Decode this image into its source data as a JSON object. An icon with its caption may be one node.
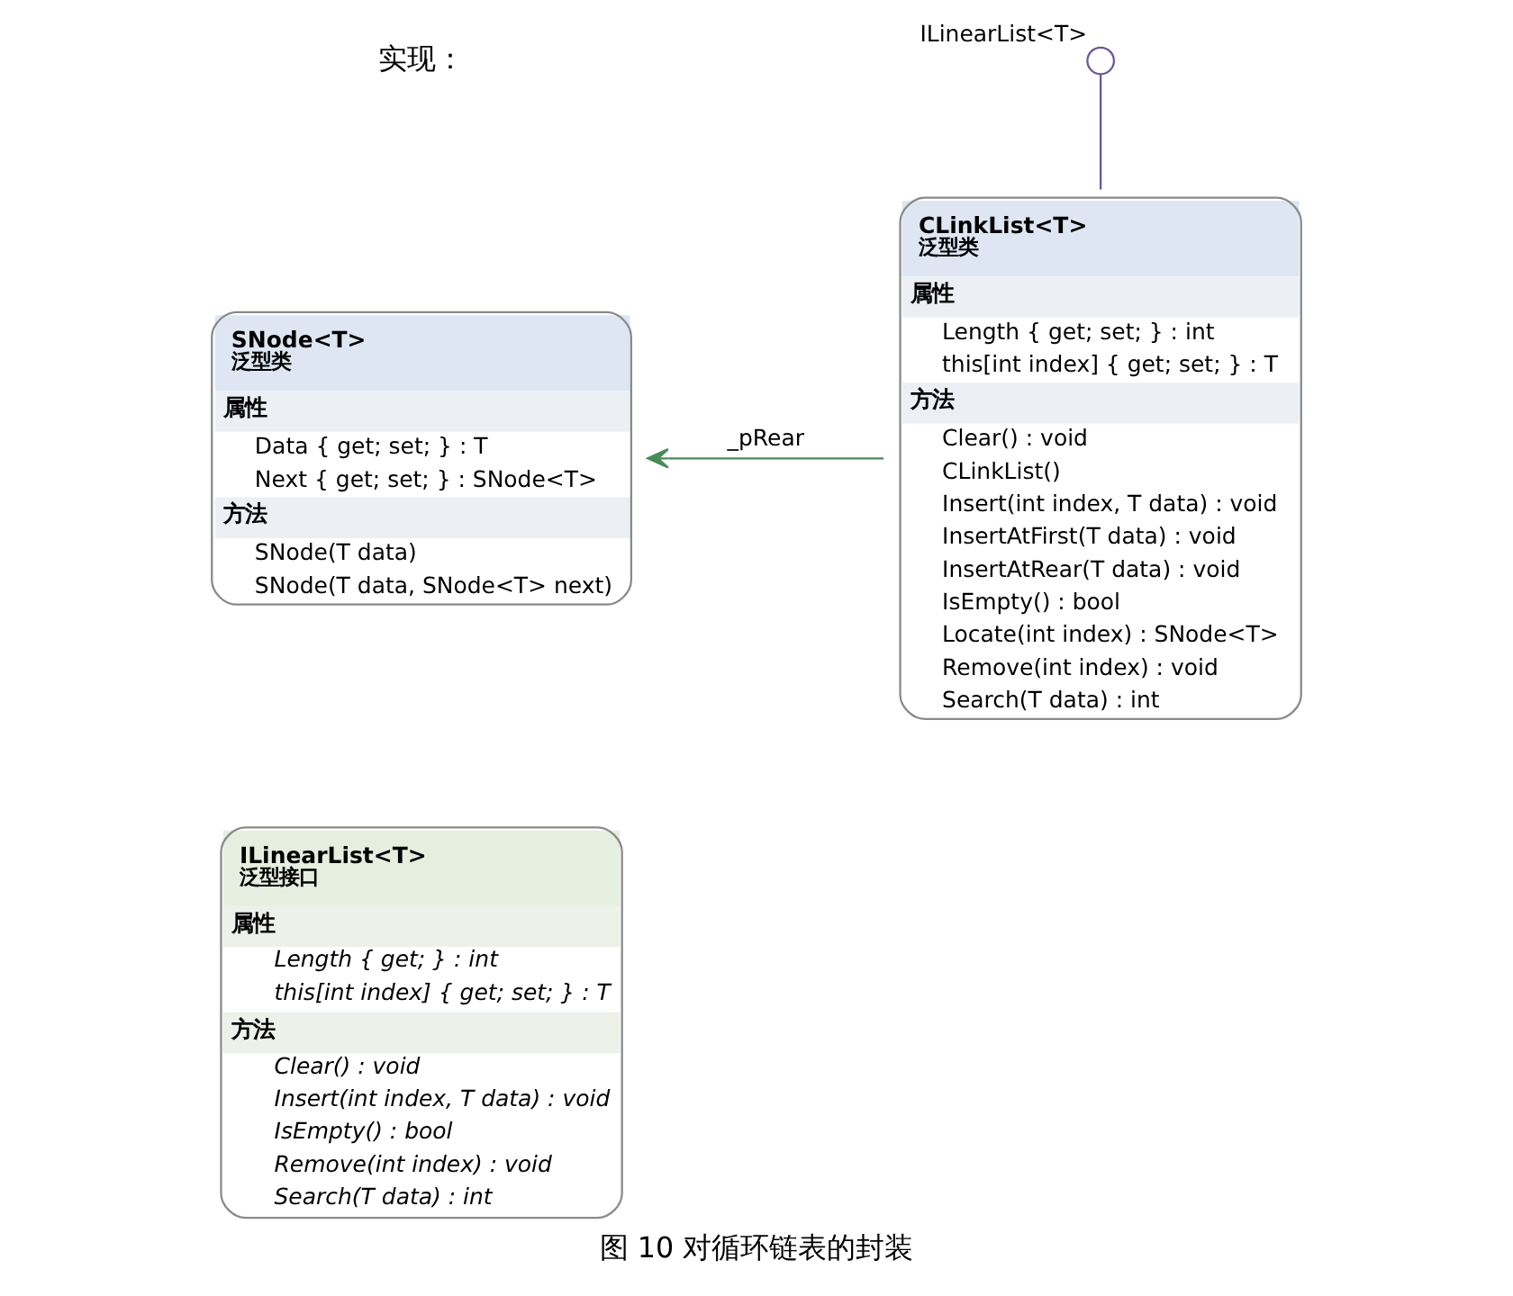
{
  "diagram": {
    "title": "实现：",
    "caption": "图 10 对循环链表的封装",
    "nodes": [
      {
        "text": [
          "SNode<T>",
          "泛型类",
          "属性",
          "Data { get; set; } : T",
          "Next { get; set; } : SNode<T>",
          "方法",
          "SNode(T data)",
          "SNode(T data, SNode<T> next)"
        ]
      },
      {
        "text": [
          "CLinkList<T>",
          "泛型类",
          "属性",
          "Length { get; set; } : int",
          "this[int index] { get; set; } : T",
          "方法",
          "Clear() : void",
          "CLinkList()",
          "Insert(int index, T data) : void",
          "InsertAtFirst(T data) : void",
          "InsertAtRear(T data) : void",
          "IsEmpty() : bool",
          "Locate(int index) : SNode<T>",
          "Remove(int index) : void",
          "Search(T data) : int"
        ]
      },
      {
        "text": [
          "ILinearList<T>",
          "泛型接口",
          "属性",
          "Length { get; } : int",
          "this[int index] { get; set; } : T",
          "方法",
          "Clear() : void",
          "Insert(int index, T data) : void",
          "IsEmpty() : bool",
          "Remove(int index) : void",
          "Search(T data) : int"
        ]
      },
      {
        "text": [],
        "shape": "circle",
        "beside": [
          "ILinearList<T>"
        ]
      }
    ],
    "edges": [
      {
        "from": 1,
        "to": 0,
        "arrow": "to",
        "label": "_pRear",
        "color": "#4a8a5a"
      },
      {
        "from": 3,
        "to": 1,
        "arrow": "none"
      }
    ]
  }
}
